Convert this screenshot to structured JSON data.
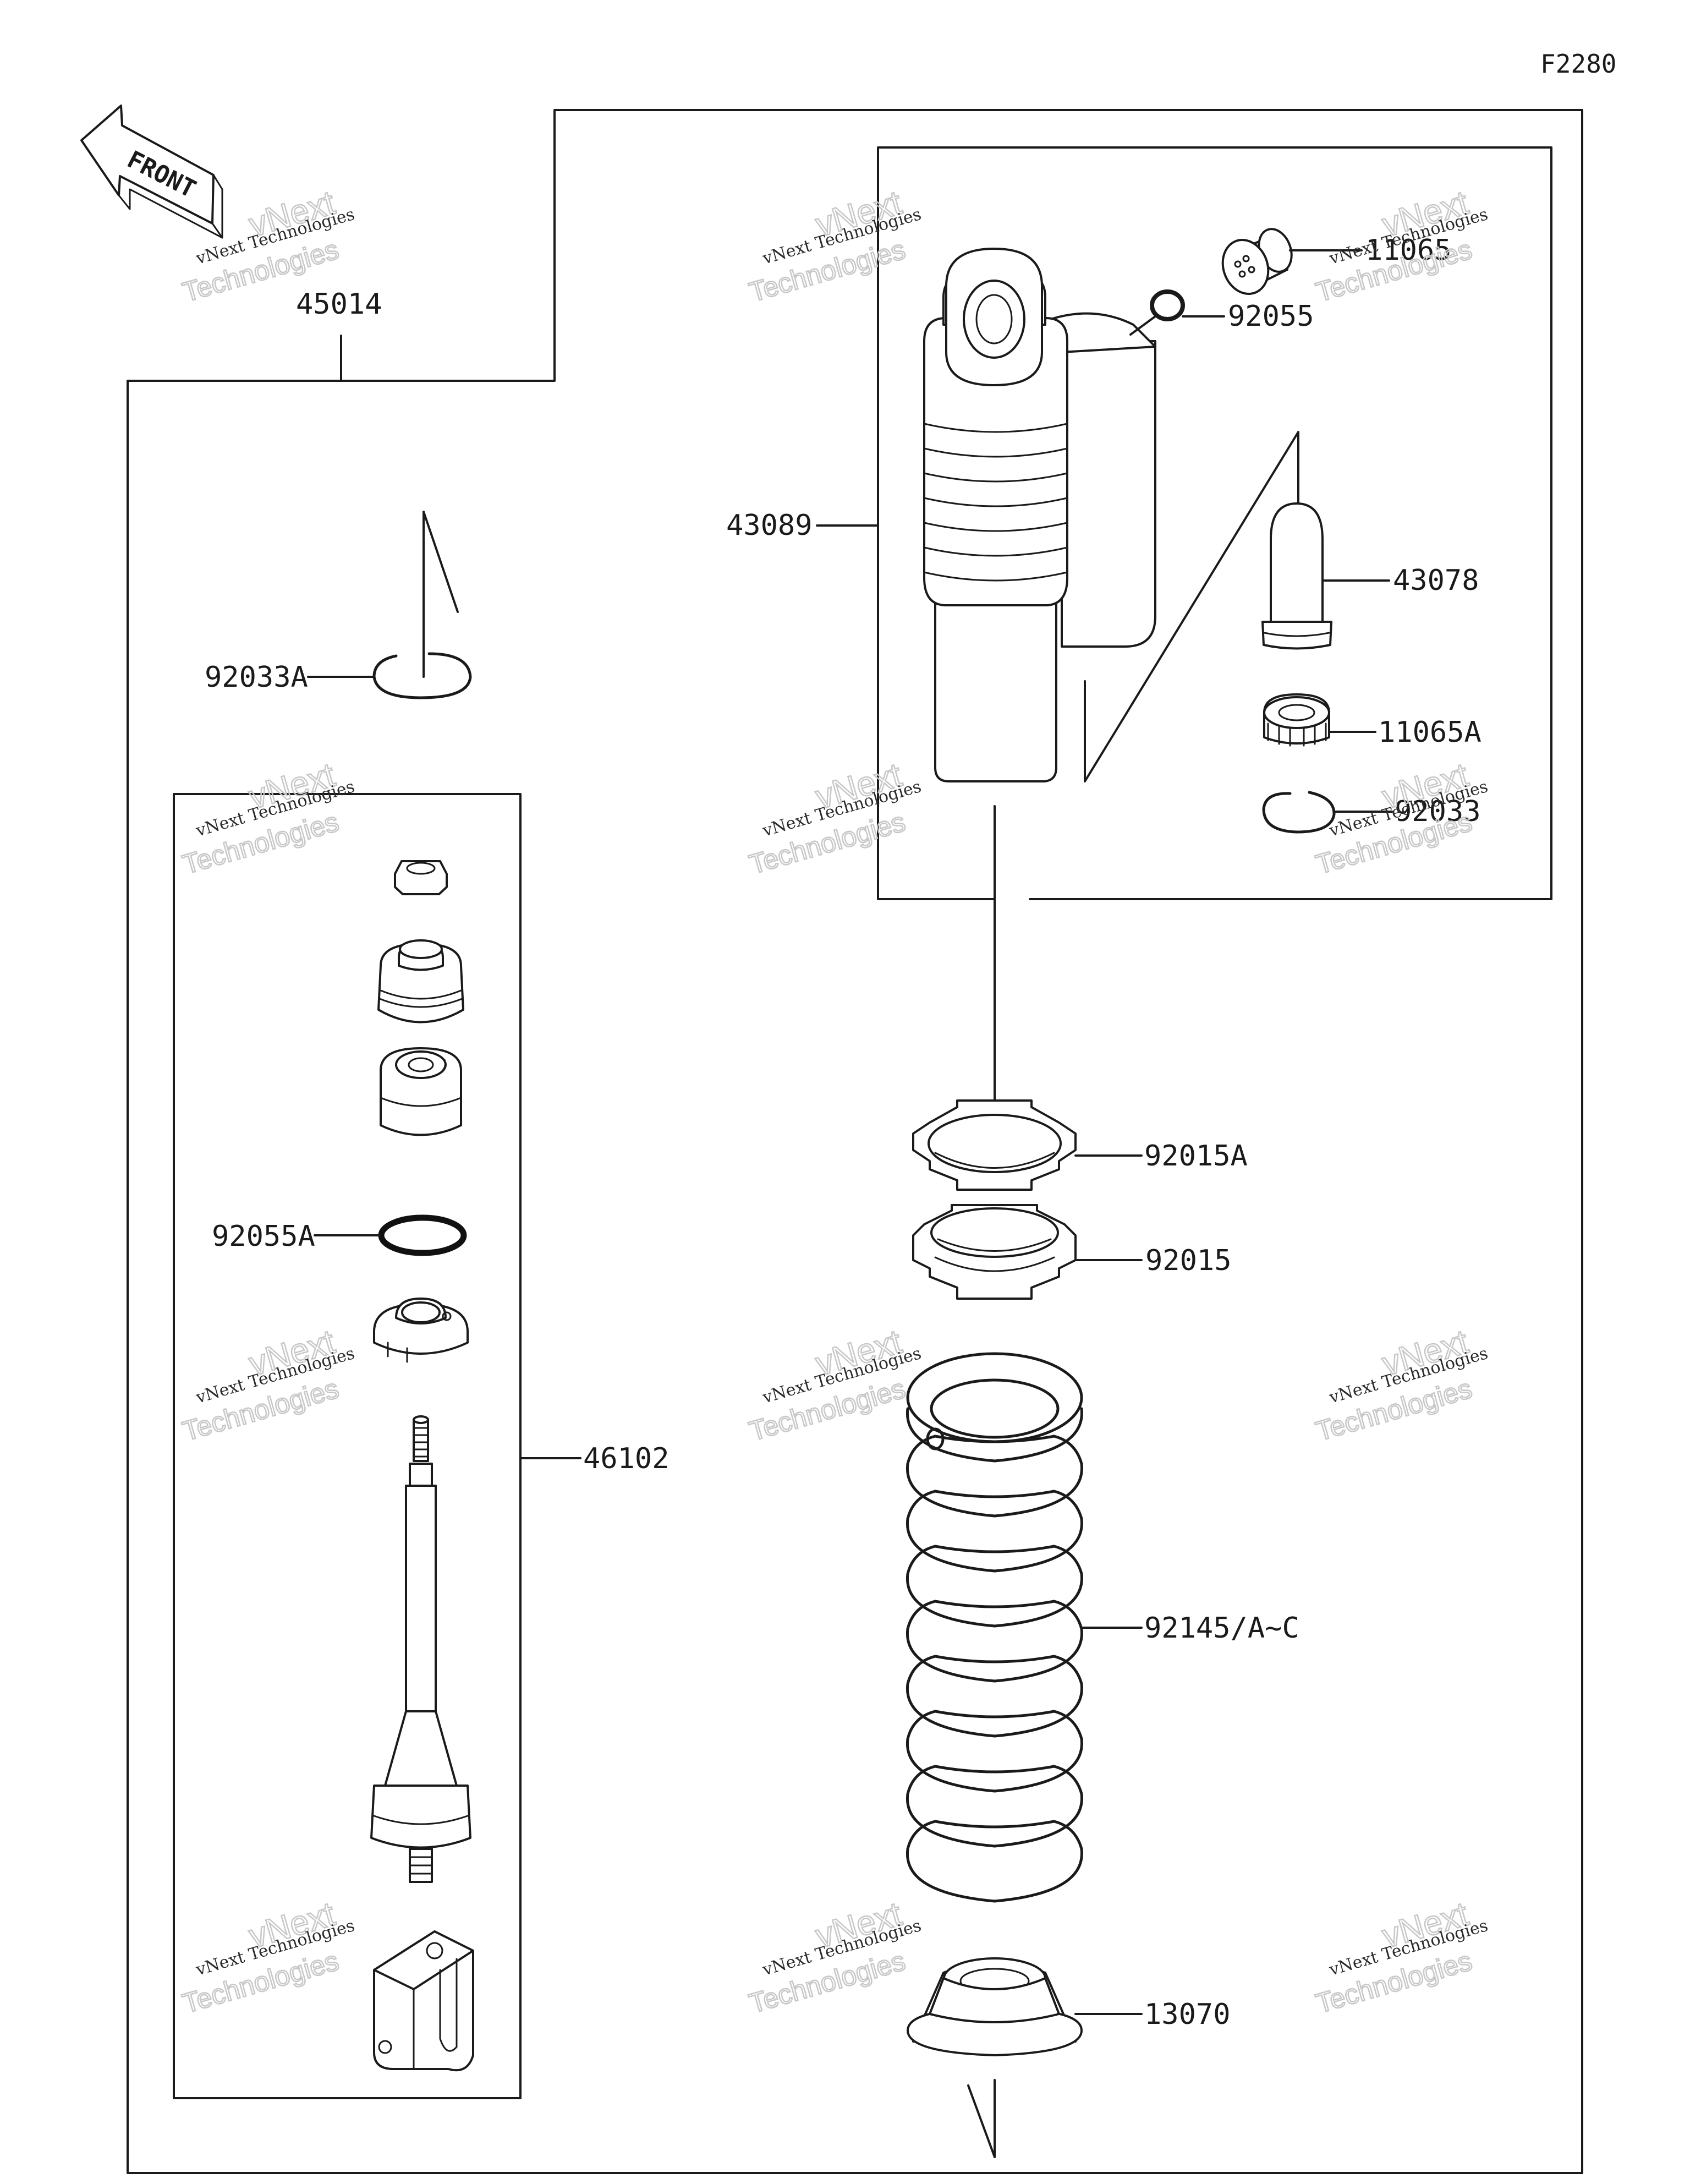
{
  "diagram_code": "F2280",
  "front_label": "FRONT",
  "watermark": {
    "small": "vNext Technologies",
    "top_word": "vNext",
    "bottom_word": "Technologies"
  },
  "callouts": {
    "p45014": "45014",
    "p11065": "11065",
    "p92055": "92055",
    "p43089": "43089",
    "p43078": "43078",
    "p92033A": "92033A",
    "p11065A": "11065A",
    "p92033": "92033",
    "p92015A": "92015A",
    "p92015": "92015",
    "p92055A": "92055A",
    "p46102": "46102",
    "p92145": "92145/A~C",
    "p13070": "13070"
  }
}
